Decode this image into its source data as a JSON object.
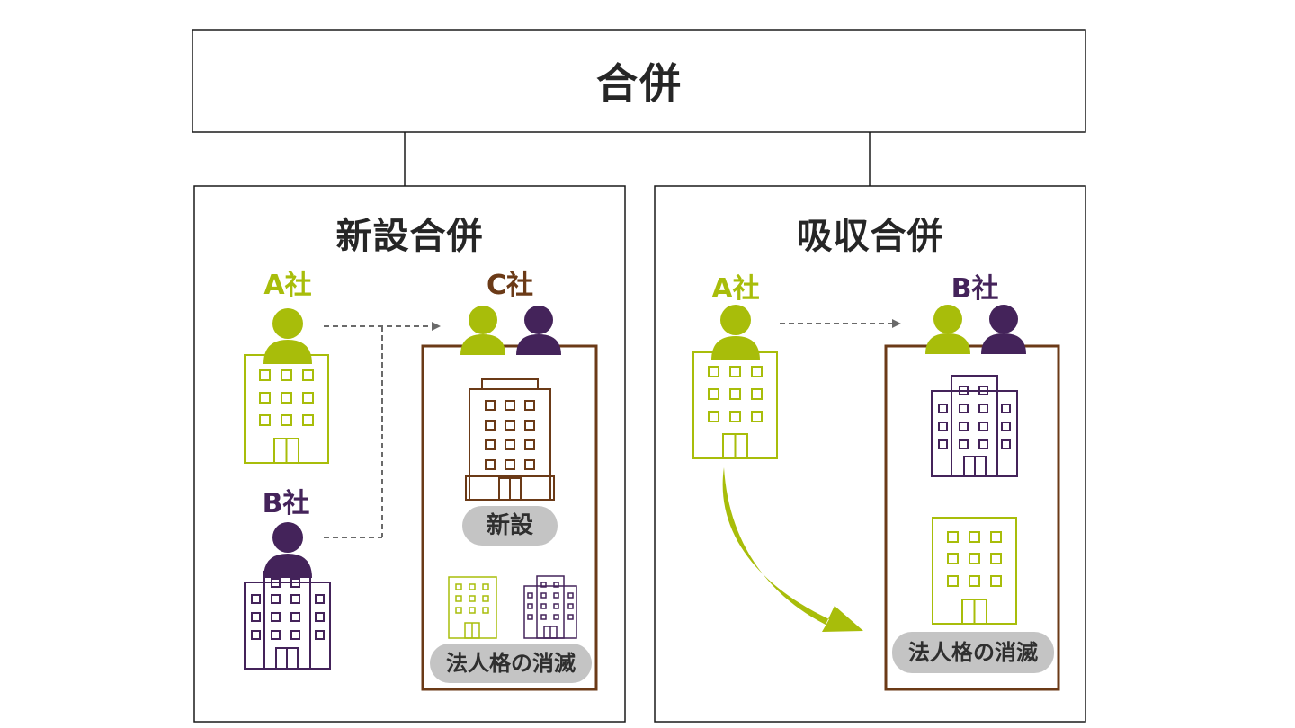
{
  "title": "合併",
  "colors": {
    "lime": "#a8bd0a",
    "purple": "#44235a",
    "brown": "#6b3a17",
    "border": "#1a1a1a",
    "pill": "#c4c4c4",
    "arrow": "#6a6a6a"
  },
  "icons": [
    "person-icon",
    "building-icon"
  ],
  "left": {
    "title": "新設合併",
    "company_a": "A社",
    "company_b": "B社",
    "company_c": "C社",
    "new_label": "新設",
    "dissolve_label": "法人格の消滅"
  },
  "right": {
    "title": "吸収合併",
    "company_a": "A社",
    "company_b": "B社",
    "dissolve_label": "法人格の消滅"
  }
}
